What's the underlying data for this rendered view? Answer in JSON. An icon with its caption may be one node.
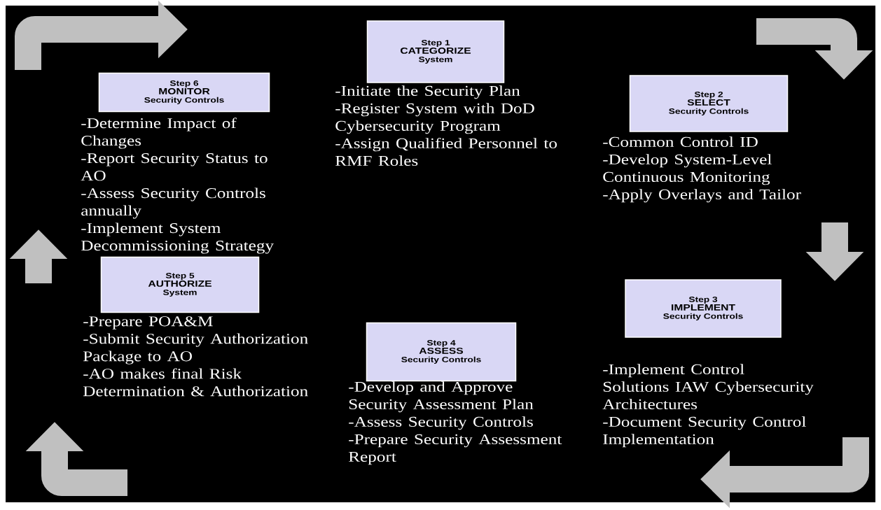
{
  "diagram": {
    "nodes": [
      {
        "text": [
          "Step 1",
          "CATEGORIZE",
          "System"
        ],
        "beside": [
          "-Initiate the Security Plan",
          "-Register System with DoD Cybersecurity Program",
          "-Assign Qualified Personnel to RMF Roles"
        ]
      },
      {
        "text": [
          "Step 2",
          "SELECT",
          "Security Controls"
        ],
        "beside": [
          "-Common Control ID",
          "-Develop System-Level Continuous Monitoring",
          "-Apply Overlays and Tailor"
        ]
      },
      {
        "text": [
          "Step 3",
          "IMPLEMENT",
          "Security Controls"
        ],
        "beside": [
          "-Implement Control Solutions IAW Cybersecurity Architectures",
          "-Document Security Control Implementation"
        ]
      },
      {
        "text": [
          "Step 4",
          "ASSESS",
          "Security Controls"
        ],
        "beside": [
          "-Develop and Approve Security Assessment Plan",
          "-Assess Security Controls",
          "-Prepare Security Assessment Report"
        ]
      },
      {
        "text": [
          "Step 5",
          "AUTHORIZE",
          "System"
        ],
        "beside": [
          "-Prepare POA&M",
          "-Submit Security Authorization Package to AO",
          "-AO makes final Risk Determination & Authorization"
        ]
      },
      {
        "text": [
          "Step 6",
          "MONITOR",
          "Security Controls"
        ],
        "beside": [
          "-Determine Impact of Changes",
          "-Report Security Status to AO",
          "-Assess Security Controls annually",
          "-Implement System Decommissioning Strategy"
        ]
      }
    ]
  }
}
